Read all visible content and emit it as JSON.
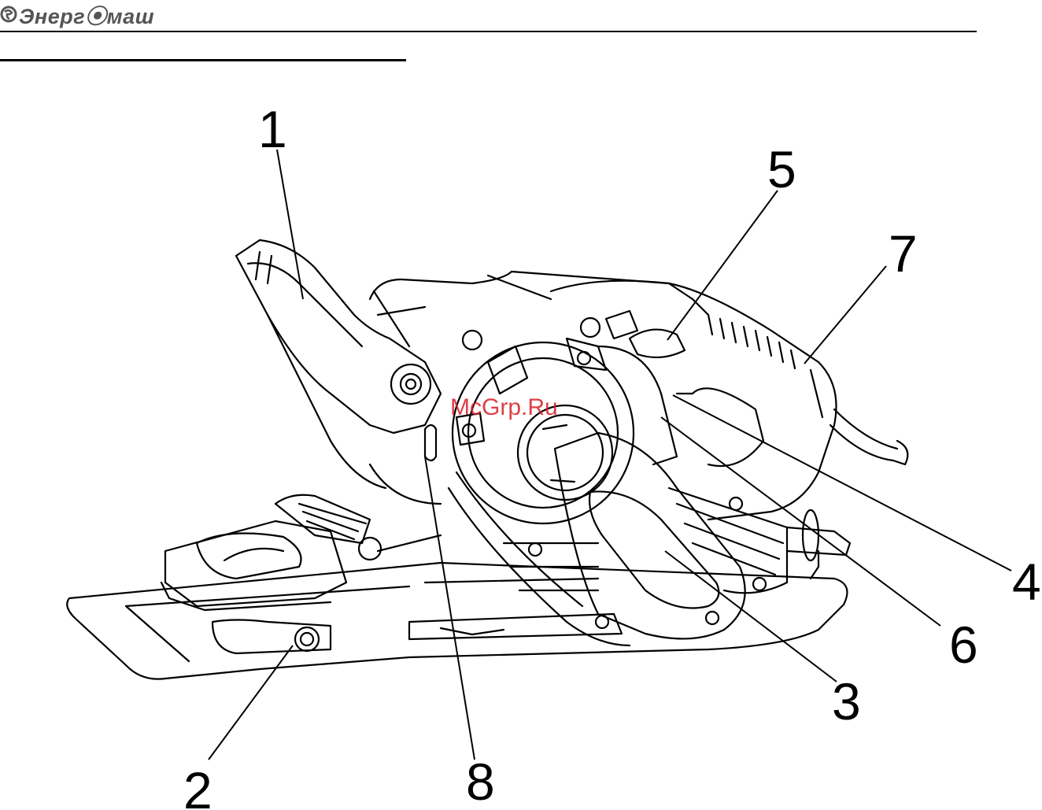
{
  "header": {
    "brand_name": "Энерг⦿маш",
    "brand_icon": "globe-logo-icon"
  },
  "watermark": "McGrp.Ru",
  "callouts": [
    "1",
    "2",
    "3",
    "4",
    "5",
    "6",
    "7",
    "8"
  ],
  "colors": {
    "ink": "#000000",
    "brand": "#555555",
    "watermark": "#d81f26"
  }
}
